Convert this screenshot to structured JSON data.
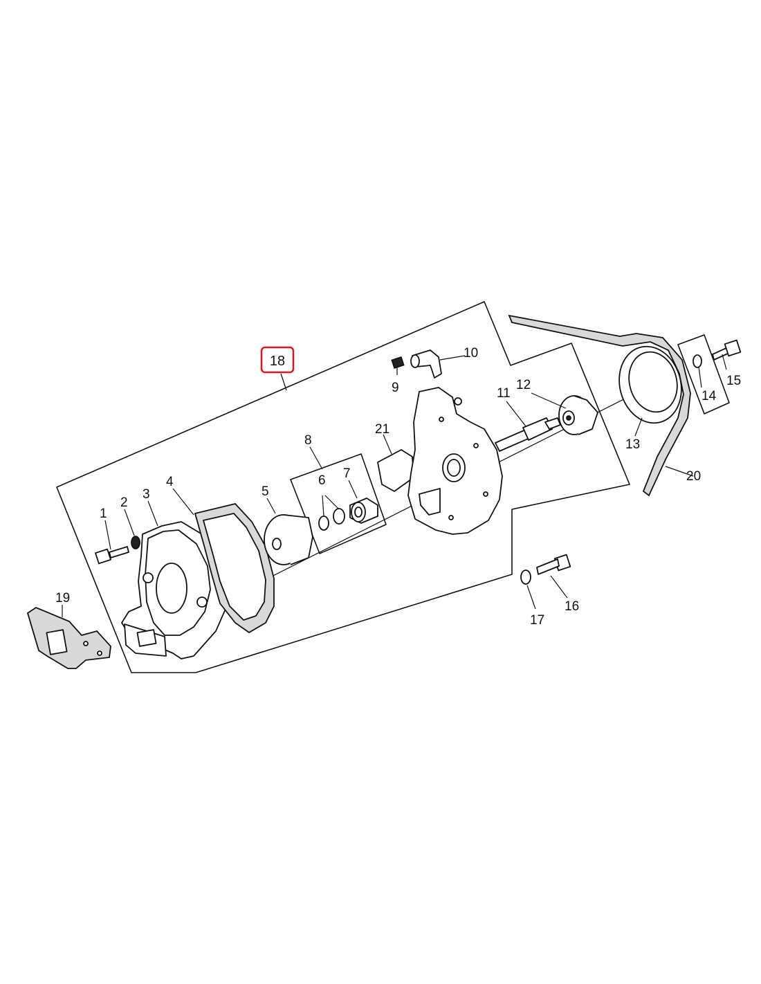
{
  "highlight_color": "#e0161c",
  "callouts": [
    {
      "id": "c1",
      "text": "1"
    },
    {
      "id": "c2",
      "text": "2"
    },
    {
      "id": "c3",
      "text": "3"
    },
    {
      "id": "c4",
      "text": "4"
    },
    {
      "id": "c5",
      "text": "5"
    },
    {
      "id": "c6",
      "text": "6"
    },
    {
      "id": "c7",
      "text": "7"
    },
    {
      "id": "c8",
      "text": "8"
    },
    {
      "id": "c9",
      "text": "9"
    },
    {
      "id": "c10",
      "text": "10"
    },
    {
      "id": "c11",
      "text": "11"
    },
    {
      "id": "c12",
      "text": "12"
    },
    {
      "id": "c13",
      "text": "13"
    },
    {
      "id": "c14",
      "text": "14"
    },
    {
      "id": "c15",
      "text": "15"
    },
    {
      "id": "c16",
      "text": "16"
    },
    {
      "id": "c17",
      "text": "17"
    },
    {
      "id": "c18",
      "text": "18"
    },
    {
      "id": "c19",
      "text": "19"
    },
    {
      "id": "c20",
      "text": "20"
    },
    {
      "id": "c21",
      "text": "21"
    }
  ]
}
